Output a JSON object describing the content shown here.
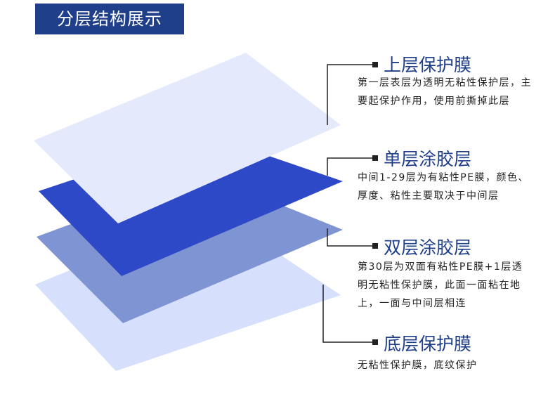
{
  "title": "分层结构展示",
  "colors": {
    "banner": "#1f3f8a",
    "heading": "#1f3f8a",
    "layer_top": "#e4e9fb",
    "layer_single": "#2e49c8",
    "layer_double": "#7f94d2",
    "layer_bottom": "#d6dffb"
  },
  "layers": [
    {
      "name": "上层保护膜",
      "description": "第一层表层为透明无粘性保护层，主要起保护作用，使用前撕掉此层"
    },
    {
      "name": "单层涂胶层",
      "description": "中间1-29层为有粘性PE膜，颜色、厚度、粘性主要取决于中间层"
    },
    {
      "name": "双层涂胶层",
      "description": "第30层为双面有粘性PE膜+1层透明无粘性保护膜，此面一面粘在地上，一面与中间层相连"
    },
    {
      "name": "底层保护膜",
      "description": "无粘性保护膜，底纹保护"
    }
  ]
}
